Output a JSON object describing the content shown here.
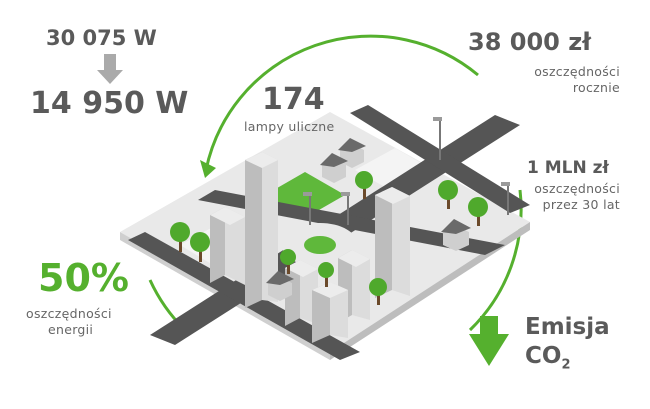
{
  "colors": {
    "accent": "#55b02e",
    "text": "#5a5a5a",
    "road": "#555555",
    "building": "#c8c8c8"
  },
  "power": {
    "before": "30 075 W",
    "after": "14 950 W",
    "arrow_icon": "arrow-down-icon"
  },
  "lamps": {
    "count": "174",
    "label": "lampy uliczne"
  },
  "savings_annual": {
    "amount": "38 000 zł",
    "label_line1": "oszczędności",
    "label_line2": "rocznie"
  },
  "savings_30y": {
    "amount": "1 MLN zł",
    "label_line1": "oszczędności",
    "label_line2": "przez 30 lat"
  },
  "energy": {
    "percent": "50%",
    "label_line1": "oszczędności",
    "label_line2": "energii"
  },
  "emission": {
    "label_line1": "Emisja",
    "label_line2_main": "CO",
    "label_line2_sub": "2",
    "arrow_icon": "arrow-down-icon"
  }
}
